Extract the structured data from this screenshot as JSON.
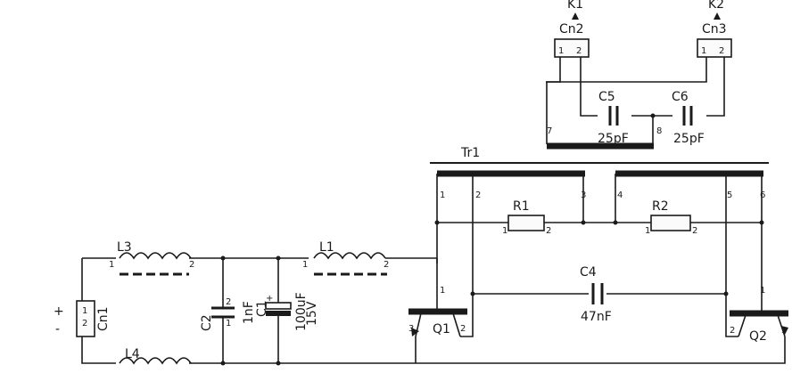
{
  "connectors": {
    "k1": "K1",
    "k2": "K2",
    "cn2": "Cn2",
    "cn3": "Cn3",
    "cn1": "Cn1"
  },
  "transformer": {
    "name": "Tr1",
    "pins": [
      "1",
      "2",
      "3",
      "4",
      "5",
      "6",
      "7",
      "8"
    ]
  },
  "capacitors": {
    "c5": {
      "name": "C5",
      "value": "25pF"
    },
    "c6": {
      "name": "C6",
      "value": "25pF"
    },
    "c4": {
      "name": "C4",
      "value": "47nF"
    },
    "c2": {
      "name": "C2",
      "value": "1nF"
    },
    "c1": {
      "name": "C1",
      "value": "100uF",
      "voltage": "15V"
    }
  },
  "resistors": {
    "r1": "R1",
    "r2": "R2"
  },
  "inductors": {
    "l1": "L1",
    "l3": "L3",
    "l4": "L4"
  },
  "transistors": {
    "q1": "Q1",
    "q2": "Q2"
  },
  "polarity": {
    "plus": "+",
    "minus": "-"
  },
  "pin_numbers": {
    "one": "1",
    "two": "2",
    "three": "3"
  }
}
